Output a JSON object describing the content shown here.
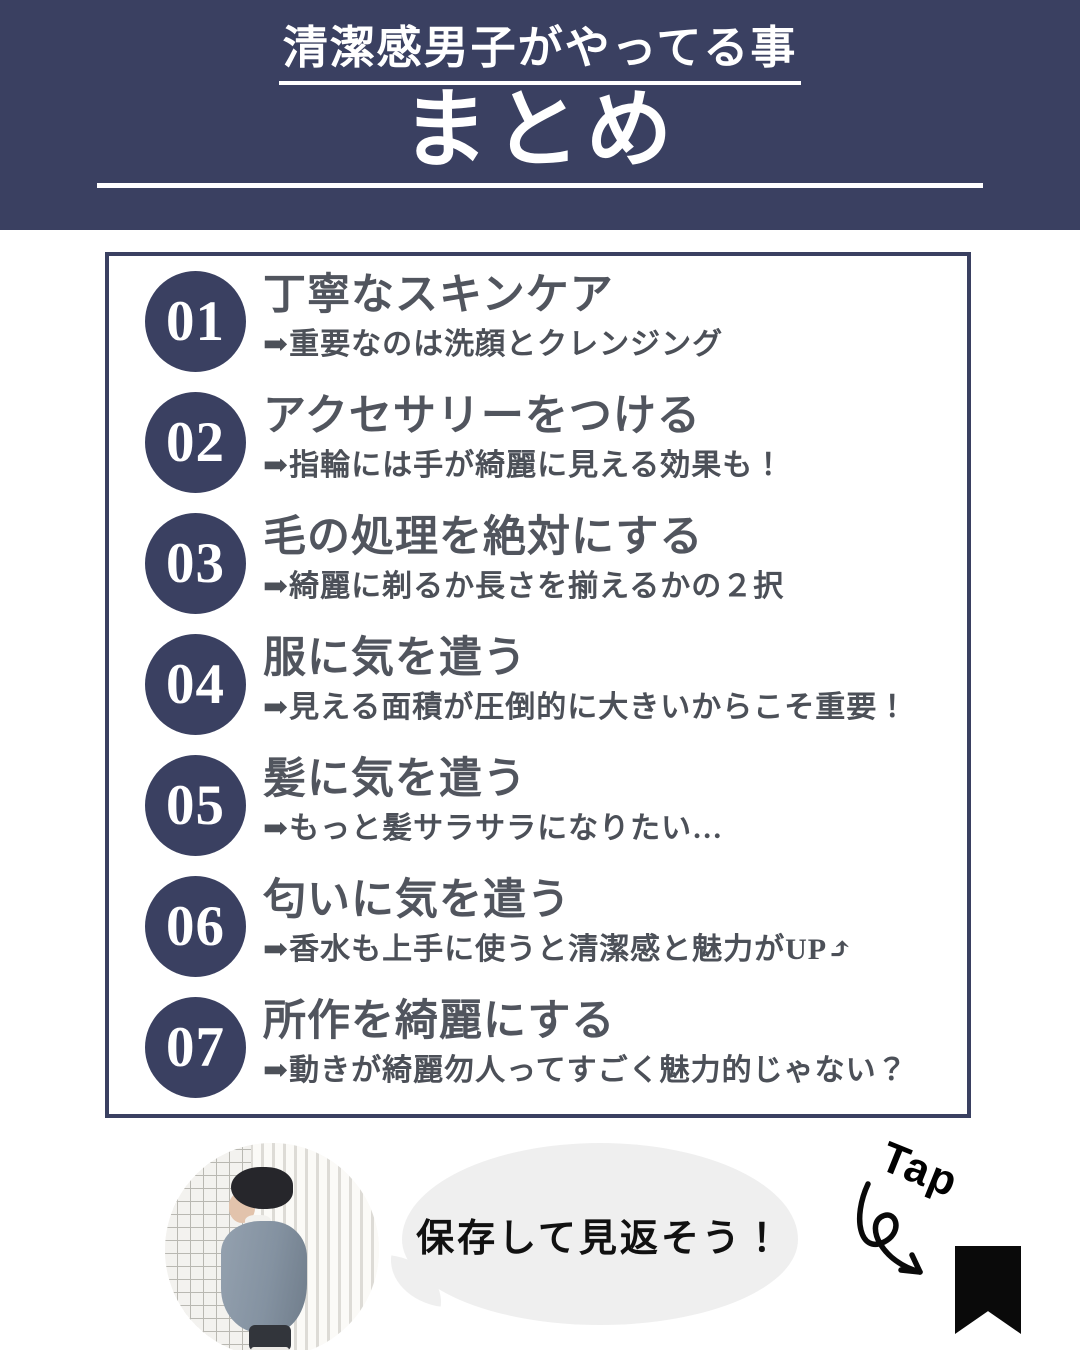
{
  "colors": {
    "navy": "#3a4061",
    "title_text": "#51555e",
    "note_text": "#4c5058",
    "bubble_gray": "#efefef",
    "white": "#ffffff",
    "black": "#0a0a0a"
  },
  "header": {
    "subtitle": "清潔感男子がやってる事",
    "title": "まとめ"
  },
  "list": {
    "items": [
      {
        "number": "01",
        "title": "丁寧なスキンケア",
        "note": "➡重要なのは洗顔とクレンジング"
      },
      {
        "number": "02",
        "title": "アクセサリーをつける",
        "note": "➡指輪には手が綺麗に見える効果も！"
      },
      {
        "number": "03",
        "title": "毛の処理を絶対にする",
        "note": "➡綺麗に剃るか長さを揃えるかの２択"
      },
      {
        "number": "04",
        "title": "服に気を遣う",
        "note": "➡見える面積が圧倒的に大きいからこそ重要！"
      },
      {
        "number": "05",
        "title": "髪に気を遣う",
        "note": "➡もっと髪サラサラになりたい…"
      },
      {
        "number": "06",
        "title": "匂いに気を遣う",
        "note": "➡香水も上手に使うと清潔感と魅力がUP⤴"
      },
      {
        "number": "07",
        "title": "所作を綺麗にする",
        "note": "➡動きが綺麗勿人ってすごく魅力的じゃない？"
      }
    ]
  },
  "footer": {
    "bubble_text": "保存して見返そう！",
    "tap_label": "Tap",
    "icons": {
      "bookmark": "bookmark-icon",
      "arrow": "tap-arrow-icon"
    }
  }
}
